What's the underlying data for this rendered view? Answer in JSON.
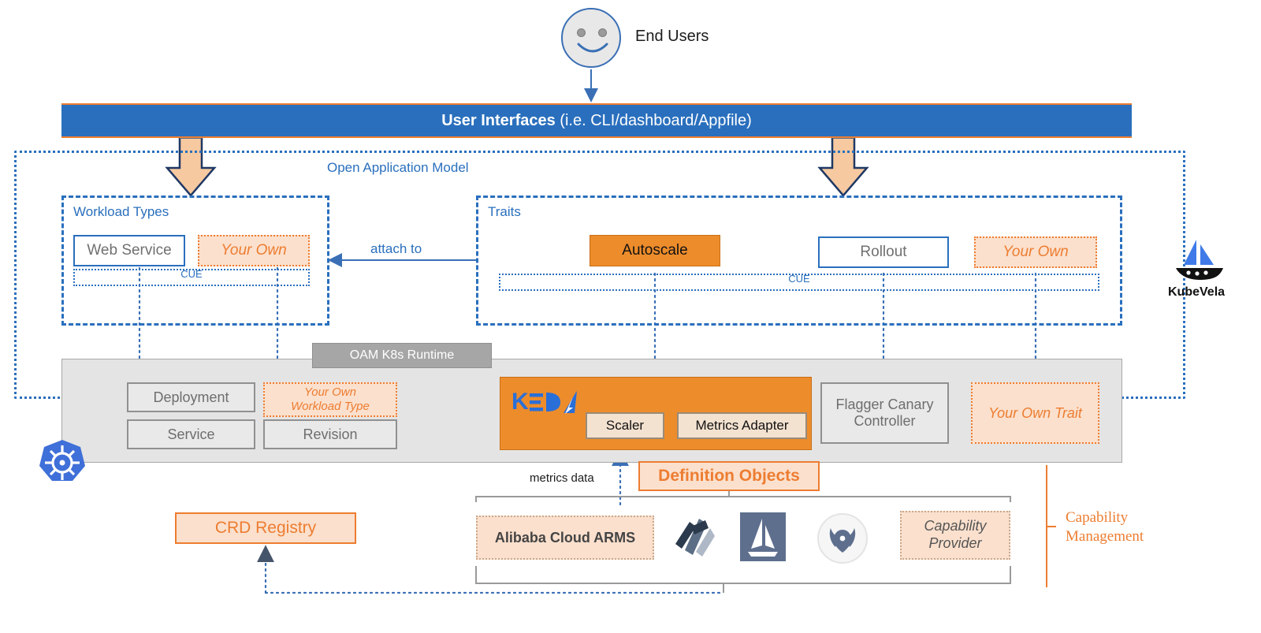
{
  "diagram": {
    "title": "KubeVela / OAM architecture",
    "colors": {
      "blue": "#2a6fbd",
      "orange": "#ed7d31",
      "orange_fill": "#ed8c2b",
      "peach": "#fbe0cd",
      "gray_panel": "#e4e4e4",
      "gray_box": "#e9e9e9"
    }
  },
  "top": {
    "actor_label": "End Users",
    "actor_icon": "smiley-face-icon",
    "ui_bar_bold": "User Interfaces",
    "ui_bar_rest": " (i.e. CLI/dashboard/Appfile)"
  },
  "oam": {
    "boundary_label": "Open Application Model",
    "workload_group_label": "Workload Types",
    "traits_group_label": "Traits",
    "attach_label": "attach to",
    "cue_label": "CUE",
    "workloads": [
      {
        "label": "Web Service",
        "style": "solid"
      },
      {
        "label": "Your Own",
        "style": "own"
      }
    ],
    "traits": [
      {
        "label": "Autoscale",
        "style": "orange"
      },
      {
        "label": "Rollout",
        "style": "solid"
      },
      {
        "label": "Your Own",
        "style": "own"
      }
    ]
  },
  "runtime": {
    "badge_label": "OAM K8s Runtime",
    "k8s_icon": "kubernetes-icon",
    "boxes": [
      {
        "label": "Deployment"
      },
      {
        "label": "Service"
      },
      {
        "label": "Revision"
      }
    ],
    "own_workload_line1": "Your Own",
    "own_workload_line2": "Workload Type",
    "keda": {
      "logo_text": "KEDA",
      "logo_icon": "keda-logo-icon",
      "scaler_label": "Scaler",
      "metrics_adapter_label": "Metrics Adapter"
    },
    "flagger_line1": "Flagger Canary",
    "flagger_line2": "Controller",
    "own_trait_label": "Your Own Trait"
  },
  "bottom": {
    "definition_objects_label": "Definition Objects",
    "metrics_data_label": "metrics data",
    "crd_registry_label": "CRD Registry",
    "providers": [
      {
        "label": "Alibaba Cloud ARMS",
        "kind": "text"
      },
      {
        "label": "",
        "kind": "flagger-logo-icon"
      },
      {
        "label": "",
        "kind": "istio-logo-icon"
      },
      {
        "label": "",
        "kind": "helm-logo-icon"
      }
    ],
    "capability_provider_line1": "Capability",
    "capability_provider_line2": "Provider",
    "capability_management_line1": "Capability",
    "capability_management_line2": "Management"
  },
  "brand": {
    "kubevela_label": "KubeVela",
    "kubevela_icon": "kubevela-sailboat-icon"
  }
}
